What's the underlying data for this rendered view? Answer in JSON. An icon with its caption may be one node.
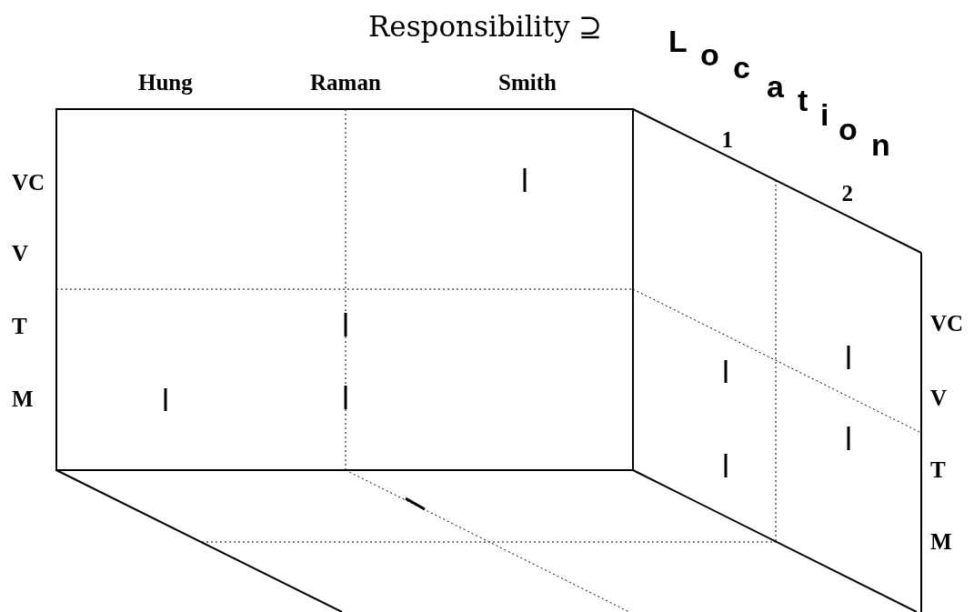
{
  "diagram": {
    "title": "Responsibility ⊇",
    "labels": [
      "Location",
      "Hung",
      "Raman",
      "Smith",
      "VC",
      "V",
      "T",
      "M",
      "1",
      "2",
      "VC",
      "V",
      "T",
      "M"
    ]
  }
}
